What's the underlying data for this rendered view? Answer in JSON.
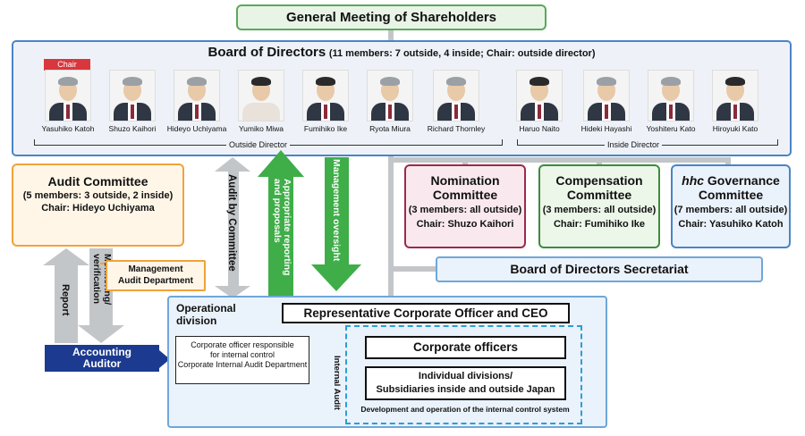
{
  "general_meeting": "General Meeting of Shareholders",
  "board": {
    "title": "Board of Directors",
    "subtitle": "(11 members: 7 outside, 4 inside; Chair: outside director)",
    "chair_tag": "Chair",
    "outside_label": "Outside Director",
    "inside_label": "Inside Director",
    "outside": [
      "Yasuhiko Katoh",
      "Shuzo Kaihori",
      "Hideyo Uchiyama",
      "Yumiko Miwa",
      "Fumihiko Ike",
      "Ryota Miura",
      "Richard Thornley"
    ],
    "inside": [
      "Haruo Naito",
      "Hideki Hayashi",
      "Yoshiteru Kato",
      "Hiroyuki Kato"
    ]
  },
  "audit_committee": {
    "title": "Audit Committee",
    "members": "(5 members: 3 outside, 2 inside)",
    "chair": "Chair: Hideyo Uchiyama"
  },
  "management_audit": {
    "line1": "Management",
    "line2": "Audit Department"
  },
  "nomination": {
    "title1": "Nomination",
    "title2": "Committee",
    "members": "(3 members: all outside)",
    "chair": "Chair: Shuzo Kaihori"
  },
  "compensation": {
    "title1": "Compensation",
    "title2": "Committee",
    "members": "(3 members: all outside)",
    "chair": "Chair: Fumihiko Ike"
  },
  "governance": {
    "title_em": "hhc",
    "title1": "Governance",
    "title2": "Committee",
    "members": "(7 members: all outside)",
    "chair": "Chair: Yasuhiko Katoh"
  },
  "secretariat": "Board of Directors Secretariat",
  "arrows": {
    "audit_by_committee": "Audit by Committee",
    "appropriate_reporting": "Appropriate reporting and proposals",
    "management_oversight": "Management oversight",
    "report": "Report",
    "monitoring": "Monitoring/ verification",
    "internal_audit": "Internal Audit"
  },
  "operational": {
    "label1": "Operational",
    "label2": "division",
    "ceo": "Representative Corporate Officer and CEO",
    "officer_line1": "Corporate officer responsible",
    "officer_line2": "for internal control",
    "officer_line3": "Corporate Internal Audit Department",
    "corporate_officers": "Corporate officers",
    "divisions_line1": "Individual divisions/",
    "divisions_line2": "Subsidiaries inside and outside Japan",
    "dev_op": "Development and operation of the internal control system"
  },
  "accounting_auditor": {
    "line1": "Accounting",
    "line2": "Auditor"
  },
  "colors": {
    "gray_arrow": "#c3c6c9",
    "green_arrow": "#3fae49",
    "navy": "#1c3a8f",
    "audit_orange": "#f0a23a"
  }
}
